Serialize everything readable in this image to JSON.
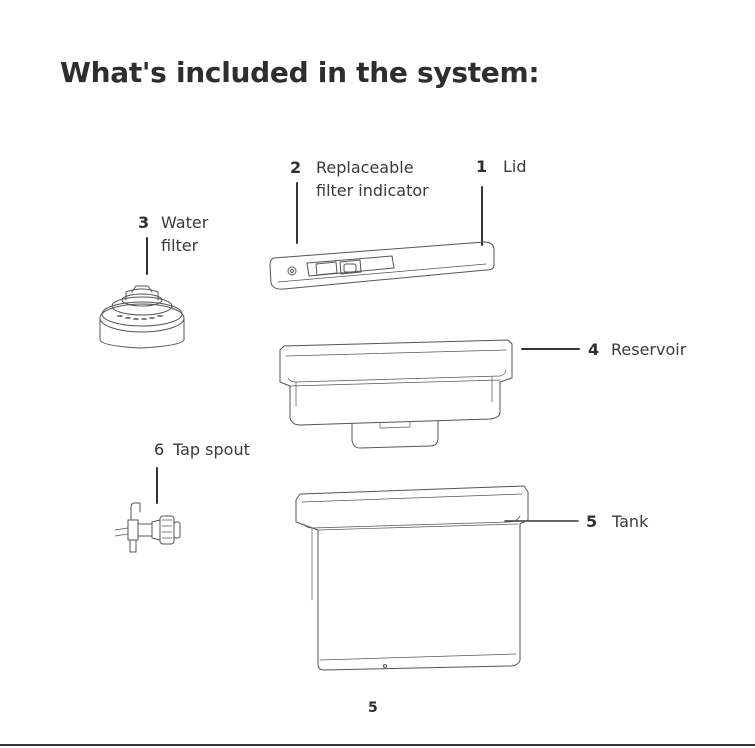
{
  "page": {
    "title": "What's included in the system:",
    "page_number": "5"
  },
  "components": [
    {
      "number": "1",
      "label": "Lid"
    },
    {
      "number": "2",
      "label_line1": "Replaceable",
      "label_line2": "filter indicator"
    },
    {
      "number": "3",
      "label_line1": "Water",
      "label_line2": "filter"
    },
    {
      "number": "4",
      "label": "Reservoir"
    },
    {
      "number": "5",
      "label": "Tank"
    },
    {
      "number": "6",
      "label": "Tap spout"
    }
  ],
  "colors": {
    "text": "#2e2e2e",
    "line_art": "#555555",
    "bottom_rule": "#333333"
  }
}
